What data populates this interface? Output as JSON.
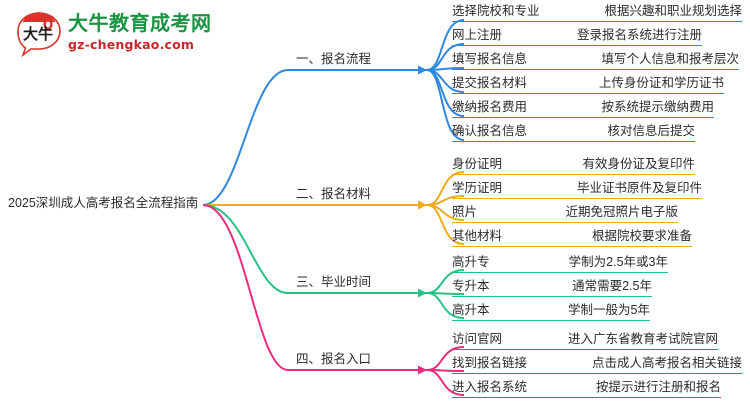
{
  "logo": {
    "mark_text": "大牛",
    "title": "大牛教育成考网",
    "subtitle": "gz-chengkao.com",
    "title_color": "#1a9442",
    "subtitle_color": "#c9262b",
    "mark_accent_color": "#d9342b"
  },
  "mindmap": {
    "root": {
      "label": "2025深圳成人高考报名全流程指南"
    },
    "branches": [
      {
        "label": "一、报名流程",
        "color": "#2f88e0",
        "children": [
          {
            "name": "选择院校和专业",
            "desc": "根据兴趣和职业规划选择"
          },
          {
            "name": "网上注册",
            "desc": "登录报名系统进行注册"
          },
          {
            "name": "填写报名信息",
            "desc": "填写个人信息和报考层次"
          },
          {
            "name": "提交报名材料",
            "desc": "上传身份证和学历证书"
          },
          {
            "name": "缴纳报名费用",
            "desc": "按系统提示缴纳费用"
          },
          {
            "name": "确认报名信息",
            "desc": "核对信息后提交"
          }
        ]
      },
      {
        "label": "二、报名材料",
        "color": "#efab1d",
        "children": [
          {
            "name": "身份证明",
            "desc": "有效身份证及复印件"
          },
          {
            "name": "学历证明",
            "desc": "毕业证书原件及复印件"
          },
          {
            "name": "照片",
            "desc": "近期免冠照片电子版"
          },
          {
            "name": "其他材料",
            "desc": "根据院校要求准备"
          }
        ]
      },
      {
        "label": "三、毕业时间",
        "color": "#27c281",
        "children": [
          {
            "name": "高升专",
            "desc": "学制为2.5年或3年"
          },
          {
            "name": "专升本",
            "desc": "通常需要2.5年"
          },
          {
            "name": "高升本",
            "desc": "学制一般为5年"
          }
        ]
      },
      {
        "label": "四、报名入口",
        "color": "#ee2a7b",
        "children": [
          {
            "name": "访问官网",
            "desc": "进入广东省教育考试院官网"
          },
          {
            "name": "找到报名链接",
            "desc": "点击成人高考报名相关链接"
          },
          {
            "name": "进入报名系统",
            "desc": "按提示进行注册和报名"
          }
        ]
      }
    ]
  }
}
